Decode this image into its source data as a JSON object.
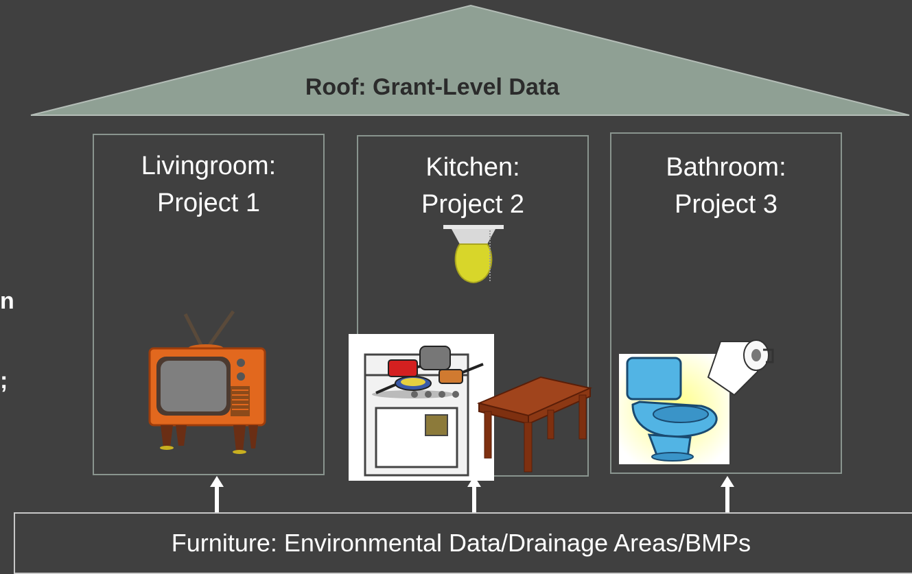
{
  "roof": {
    "label": "Roof: Grant-Level Data"
  },
  "rooms": [
    {
      "line1": "Livingroom:",
      "line2": "Project 1",
      "icon": "television-icon"
    },
    {
      "line1": "Kitchen:",
      "line2": "Project 2",
      "icon": "stove-icon"
    },
    {
      "line1": "Bathroom:",
      "line2": "Project 3",
      "icon": "toilet-icon"
    }
  ],
  "furniture": {
    "label": "Furniture: Environmental Data/Drainage Areas/BMPs"
  },
  "edge_fragments": [
    "n",
    ";"
  ],
  "colors": {
    "background": "#404040",
    "roof_fill": "#8fa094",
    "room_border": "#8a958f",
    "arrow": "#ffffff"
  }
}
